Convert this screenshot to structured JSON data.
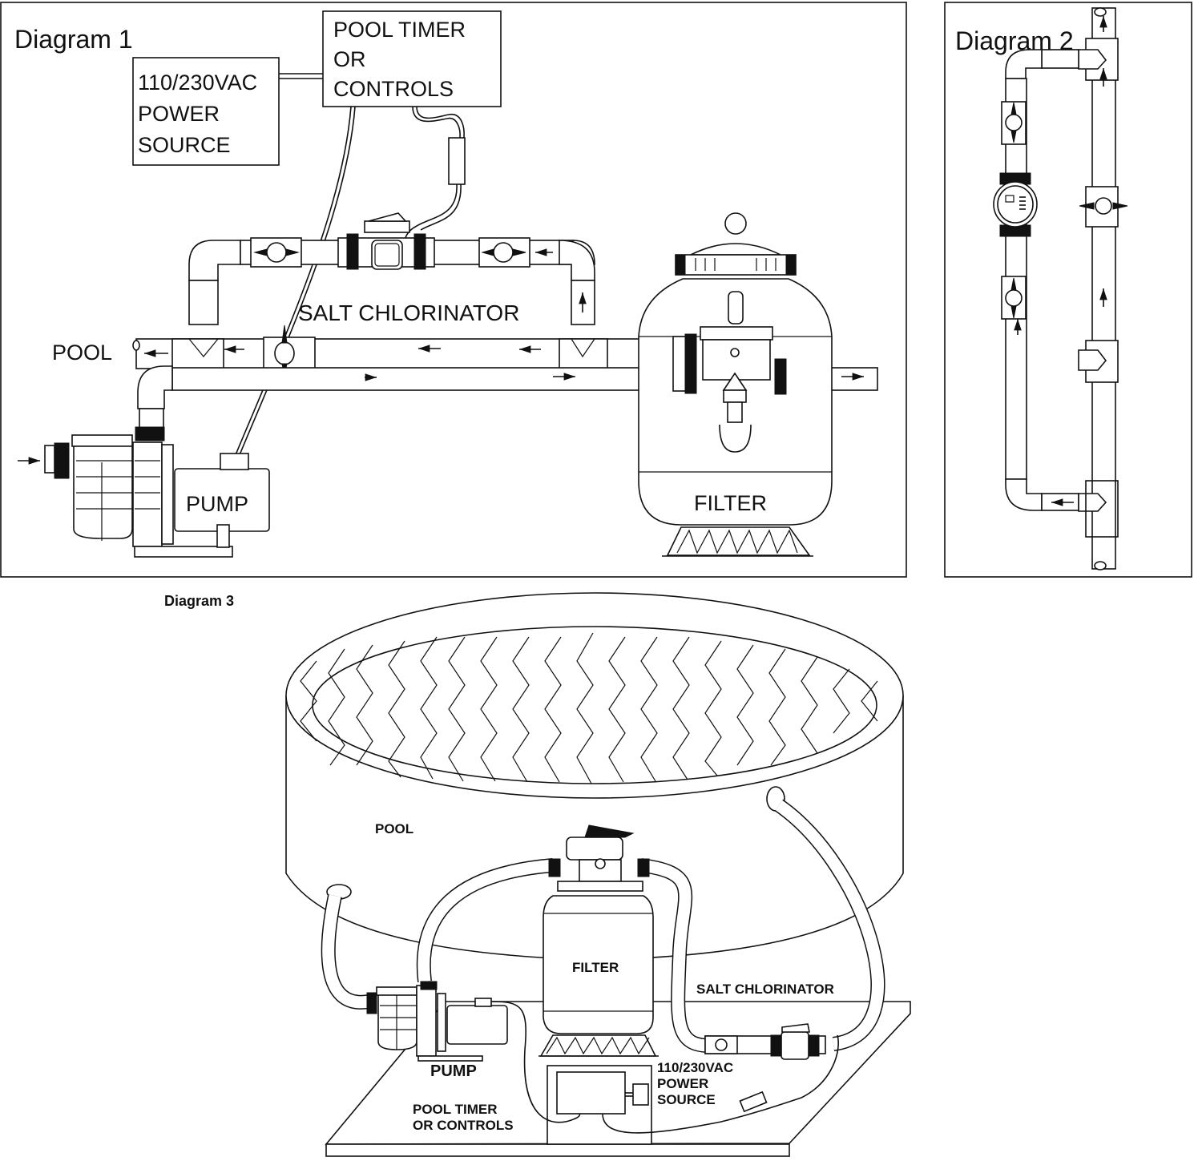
{
  "diagram1": {
    "title": "Diagram 1",
    "power_box": [
      "110/230VAC",
      "POWER",
      "SOURCE"
    ],
    "timer_box": [
      "POOL TIMER",
      "OR",
      "CONTROLS"
    ],
    "labels": {
      "salt_chlorinator": "SALT CHLORINATOR",
      "pool": "POOL",
      "pump": "PUMP",
      "filter": "FILTER"
    }
  },
  "diagram2": {
    "title": "Diagram 2"
  },
  "diagram3": {
    "title": "Diagram 3",
    "labels": {
      "pool": "POOL",
      "filter": "FILTER",
      "salt_chlorinator": "SALT CHLORINATOR",
      "pump": "PUMP",
      "power_source": [
        "110/230VAC",
        "POWER",
        "SOURCE"
      ],
      "pool_timer": [
        "POOL TIMER",
        "OR CONTROLS"
      ]
    }
  },
  "colors": {
    "ink": "#111111",
    "paper": "#ffffff"
  }
}
